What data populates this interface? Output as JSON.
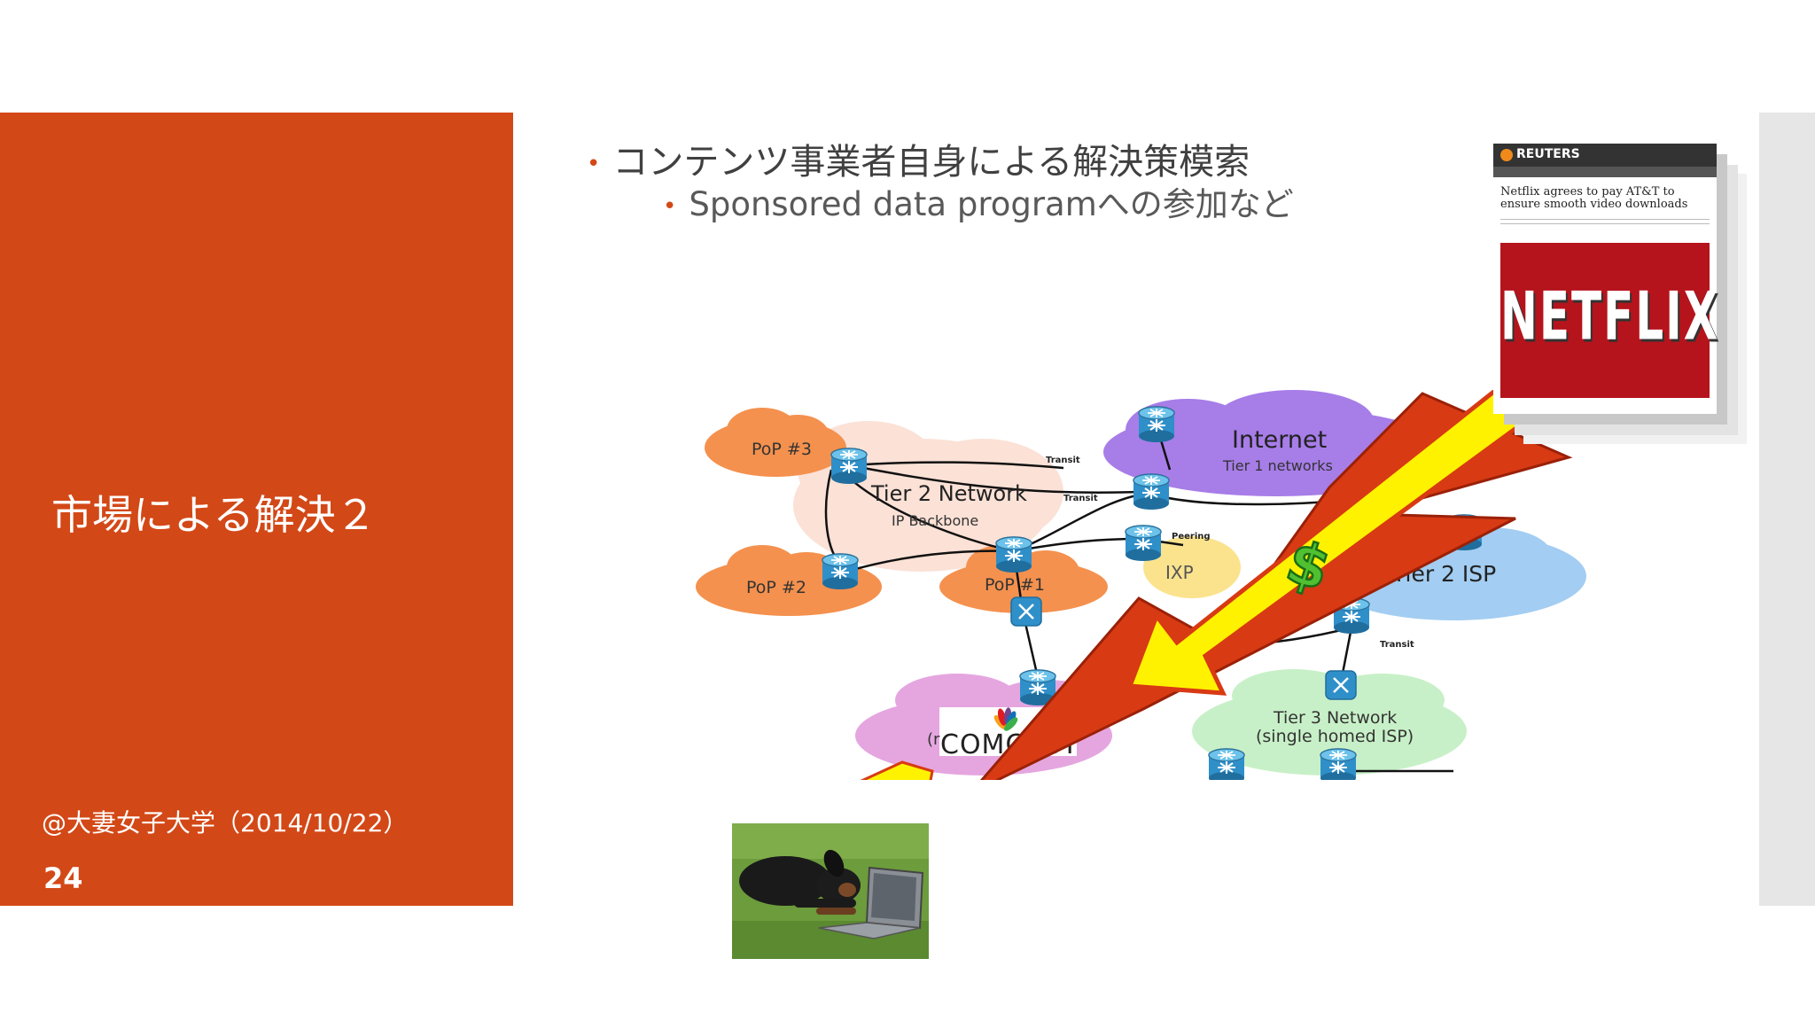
{
  "slide": {
    "title": "市場による解決２",
    "footer": "@大妻女子大学（2014/10/22）",
    "page_number": "24",
    "bullets": [
      "コンテンツ事業者自身による解決策模索",
      "Sponsored data programへの参加など"
    ]
  },
  "diagram": {
    "pop3": "PoP #3",
    "pop2": "PoP #2",
    "pop1": "PoP #1",
    "tier2_network": "Tier 2 Network",
    "ip_backbone": "IP Backbone",
    "internet": "Internet",
    "tier1": "Tier 1 networks",
    "transit": "Transit",
    "peering": "Peering",
    "ixp": "IXP",
    "tier2_isp": "Tier 2 ISP",
    "tier3_line1": "Tier 3 Network",
    "tier3_line2": "(single homed ISP)",
    "comcast": "COMCAST",
    "comcast_partial": "(r",
    "dollar": "$",
    "yen": "¥"
  },
  "reuters": {
    "logo": "REUTERS",
    "headline": "Netflix agrees to pay AT&T to ensure smooth video downloads",
    "netflix": "NETFLIX"
  },
  "colors": {
    "accent": "#d34817",
    "arrow_yellow": "#fff200",
    "cloud_orange": "#f4914e",
    "cloud_purple": "#a77de8",
    "cloud_blue": "#a3cdf2",
    "cloud_green": "#c8f0c8",
    "cloud_pink": "#e5a6e0"
  }
}
